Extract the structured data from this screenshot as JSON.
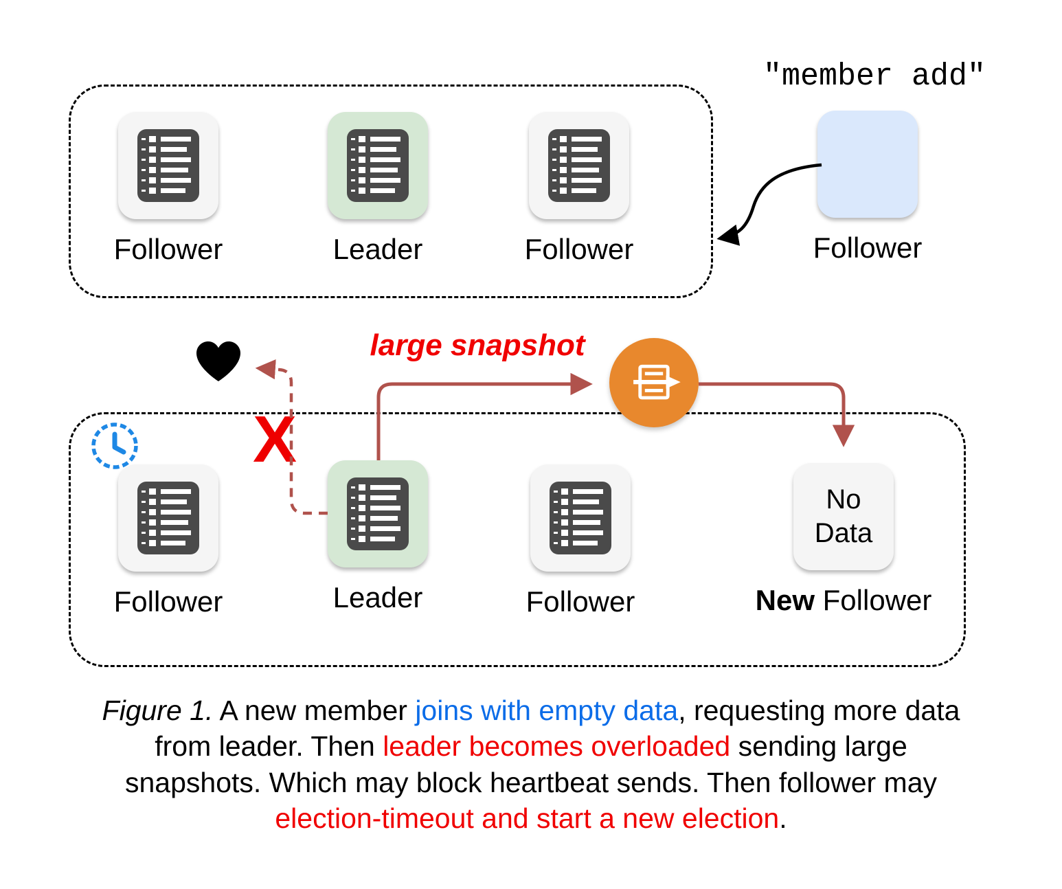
{
  "top_cluster": {
    "nodes": [
      {
        "label": "Follower"
      },
      {
        "label": "Leader"
      },
      {
        "label": "Follower"
      }
    ]
  },
  "member_add": {
    "command": "\"member add\"",
    "label": "Follower"
  },
  "bottom_cluster": {
    "nodes": [
      {
        "label": "Follower"
      },
      {
        "label": "Leader"
      },
      {
        "label": "Follower"
      }
    ],
    "new_follower": {
      "box_line1": "No",
      "box_line2": "Data",
      "label_bold": "New",
      "label_rest": " Follower"
    }
  },
  "annotations": {
    "large_snapshot": "large snapshot",
    "x_mark": "X"
  },
  "caption": {
    "lines": [
      [
        {
          "style": "italic",
          "text": "Figure 1."
        },
        {
          "style": "normal",
          "text": " A new member "
        },
        {
          "style": "blue",
          "text": "joins with empty data"
        },
        {
          "style": "normal",
          "text": ", requesting more data"
        }
      ],
      [
        {
          "style": "normal",
          "text": "from leader. Then "
        },
        {
          "style": "red",
          "text": "leader becomes overloaded"
        },
        {
          "style": "normal",
          "text": " sending large"
        }
      ],
      [
        {
          "style": "normal",
          "text": "snapshots. Which may block heartbeat sends. Then follower may"
        }
      ],
      [
        {
          "style": "red",
          "text": "election-timeout and start a new election"
        },
        {
          "style": "normal",
          "text": "."
        }
      ]
    ]
  },
  "colors": {
    "leader_bg": "#d5e8d4",
    "follower_bg": "#f5f5f5",
    "new_member_bg": "#dae8fc",
    "arrow_red": "#b0524c",
    "accent_red": "#f00000",
    "accent_blue": "#0b6ce8",
    "snapshot_icon_bg": "#e8882d"
  }
}
